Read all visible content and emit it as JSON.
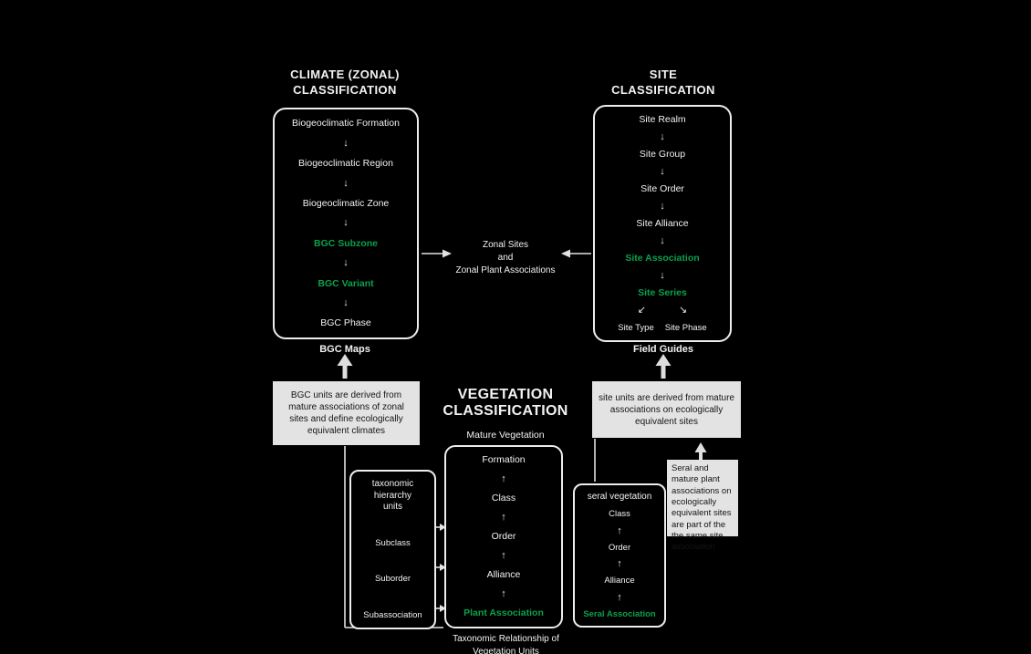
{
  "colors": {
    "background": "#000000",
    "box_border": "#ededed",
    "text": "#f2f2f2",
    "highlight_green": "#0aa04d",
    "note_background": "#e3e3e3",
    "note_text": "#151515"
  },
  "icons": {
    "down_arrow": "↓",
    "up_arrow": "↑",
    "branch_left_arrow": "↙",
    "branch_right_arrow": "↘"
  },
  "climate_classification": {
    "title": [
      "CLIMATE (ZONAL)",
      "CLASSIFICATION"
    ],
    "levels": [
      {
        "label": "Biogeoclimatic Formation",
        "highlight": false
      },
      {
        "label": "Biogeoclimatic Region",
        "highlight": false
      },
      {
        "label": "Biogeoclimatic Zone",
        "highlight": false
      },
      {
        "label": "BGC Subzone",
        "highlight": true
      },
      {
        "label": "BGC Variant",
        "highlight": true
      },
      {
        "label": "BGC Phase",
        "highlight": false
      }
    ],
    "caption": "BGC Maps",
    "note": "BGC units are derived from mature associations of zonal sites and define ecologically equivalent climates"
  },
  "site_classification": {
    "title": [
      "SITE",
      "CLASSIFICATION"
    ],
    "levels": [
      {
        "label": "Site Realm",
        "highlight": false
      },
      {
        "label": "Site Group",
        "highlight": false
      },
      {
        "label": "Site Order",
        "highlight": false
      },
      {
        "label": "Site Alliance",
        "highlight": false
      },
      {
        "label": "Site Association",
        "highlight": true
      },
      {
        "label": "Site Series",
        "highlight": true
      }
    ],
    "branch": [
      "Site Type",
      "Site Phase"
    ],
    "caption": "Field Guides",
    "note": "site units are derived from mature associations on ecologically equivalent sites"
  },
  "link_text": {
    "lines": [
      "Zonal Sites",
      "and",
      "Zonal Plant Associations"
    ]
  },
  "vegetation_classification": {
    "title": [
      "VEGETATION",
      "CLASSIFICATION"
    ],
    "subtitle": "Mature Vegetation",
    "levels": [
      {
        "label": "Formation",
        "highlight": false
      },
      {
        "label": "Class",
        "highlight": false
      },
      {
        "label": "Order",
        "highlight": false
      },
      {
        "label": "Alliance",
        "highlight": false
      },
      {
        "label": "Plant Association",
        "highlight": true
      }
    ],
    "caption": [
      "Taxonomic Relationship of",
      "Vegetation Units"
    ]
  },
  "subdivision_units": {
    "title": [
      "taxonomic hierarchy",
      "units"
    ],
    "items": [
      "Subclass",
      "Suborder",
      "Subassociation"
    ]
  },
  "seral_units": {
    "title": "seral vegetation",
    "levels": [
      {
        "label": "Class",
        "highlight": false
      },
      {
        "label": "Order",
        "highlight": false
      },
      {
        "label": "Alliance",
        "highlight": false
      },
      {
        "label": "Seral Association",
        "highlight": true
      }
    ]
  },
  "seral_note": "Seral and mature plant associations on ecologically equivalent sites are part of the the same site association"
}
